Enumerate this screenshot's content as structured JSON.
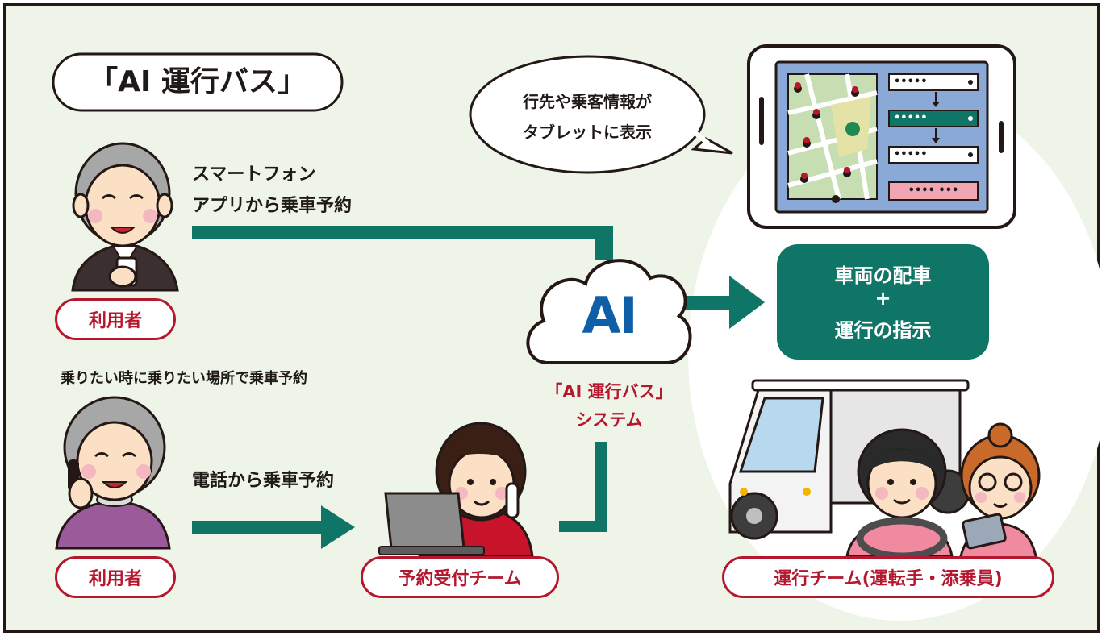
{
  "title": "「AI 運行バス」",
  "speech_bubble": {
    "line1": "行先や乗客情報が",
    "line2": "タブレットに表示"
  },
  "smartphone_booking": {
    "line1": "スマートフォン",
    "line2": "アプリから乗車予約"
  },
  "tagline": "乗りたい時に乗りたい場所で乗車予約",
  "phone_booking": "電話から乗車予約",
  "user_label_top": "利用者",
  "user_label_bottom": "利用者",
  "reservation_team_label": "予約受付チーム",
  "operation_team_label": "運行チーム(運転手・添乗員)",
  "ai_cloud_text": "AI",
  "ai_system_label": {
    "line1": "「AI 運行バス」",
    "line2": "システム"
  },
  "dispatch_box": {
    "line1": "車両の配車",
    "line2": "+",
    "line3": "運行の指示"
  },
  "tablet": {
    "rows": [
      "•••••",
      "•••••",
      "•••••"
    ],
    "footer": "••••   •••"
  },
  "colors": {
    "teal": "#0f7567",
    "crimson": "#b5172f",
    "background": "#eef5e8",
    "ai_blue": "#0f5fa8"
  }
}
